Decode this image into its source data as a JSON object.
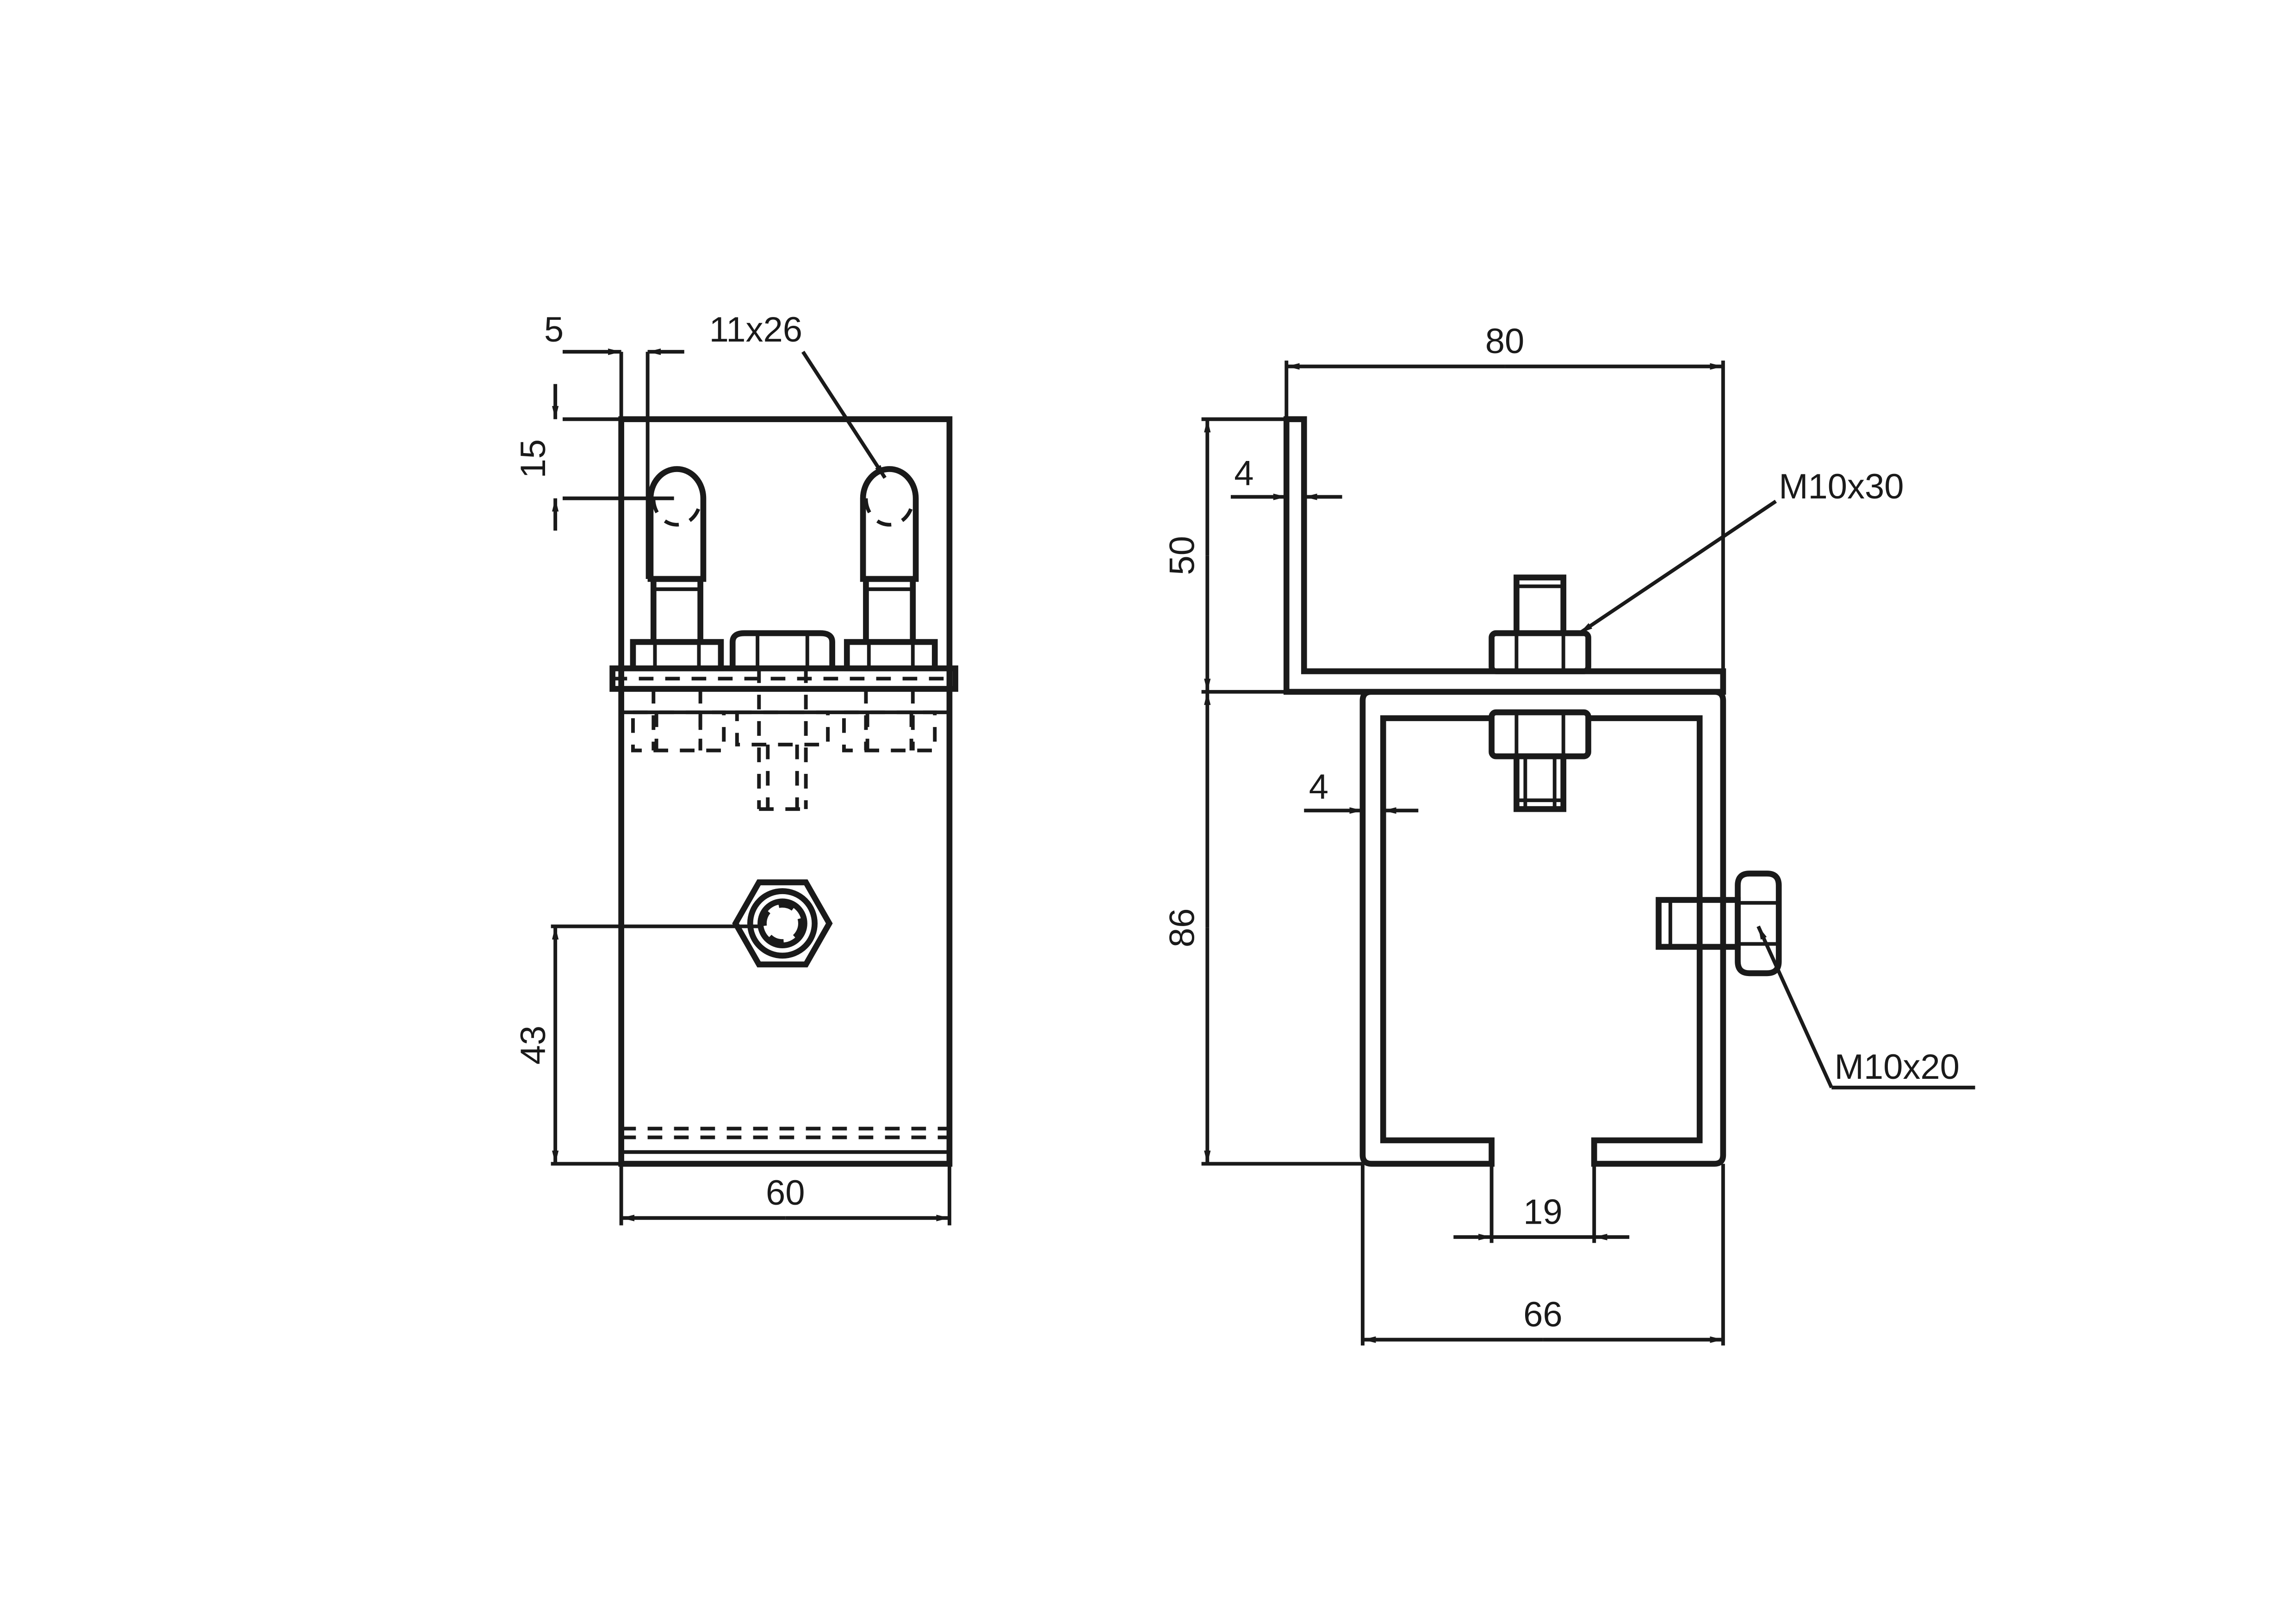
{
  "front_view": {
    "dims": {
      "slot_offset": "5",
      "slot_size": "11x26",
      "slot_top": "15",
      "hole_height": "43",
      "width": "60"
    }
  },
  "side_view": {
    "dims": {
      "overall_width": "80",
      "plate_thickness": "4",
      "flange_height": "50",
      "bolt_top": "M10x30",
      "channel_wall": "4",
      "channel_height": "86",
      "bolt_side": "M10x20",
      "slot_gap": "19",
      "channel_width": "66"
    }
  },
  "colors": {
    "line": "#1a1a1a",
    "background": "#ffffff"
  }
}
